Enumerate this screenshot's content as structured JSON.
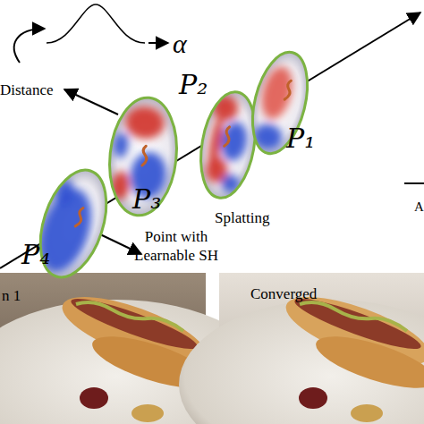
{
  "diagram": {
    "nodes": [
      {
        "text": [
          "P₄"
        ]
      },
      {
        "text": [
          "P₃"
        ]
      },
      {
        "text": [
          "P₂"
        ]
      },
      {
        "text": [
          "P₁"
        ]
      }
    ],
    "labels": [
      "Distance",
      "α",
      "Splatting",
      "Point with Learnable SH",
      "A",
      "n 1",
      "Converged"
    ]
  }
}
